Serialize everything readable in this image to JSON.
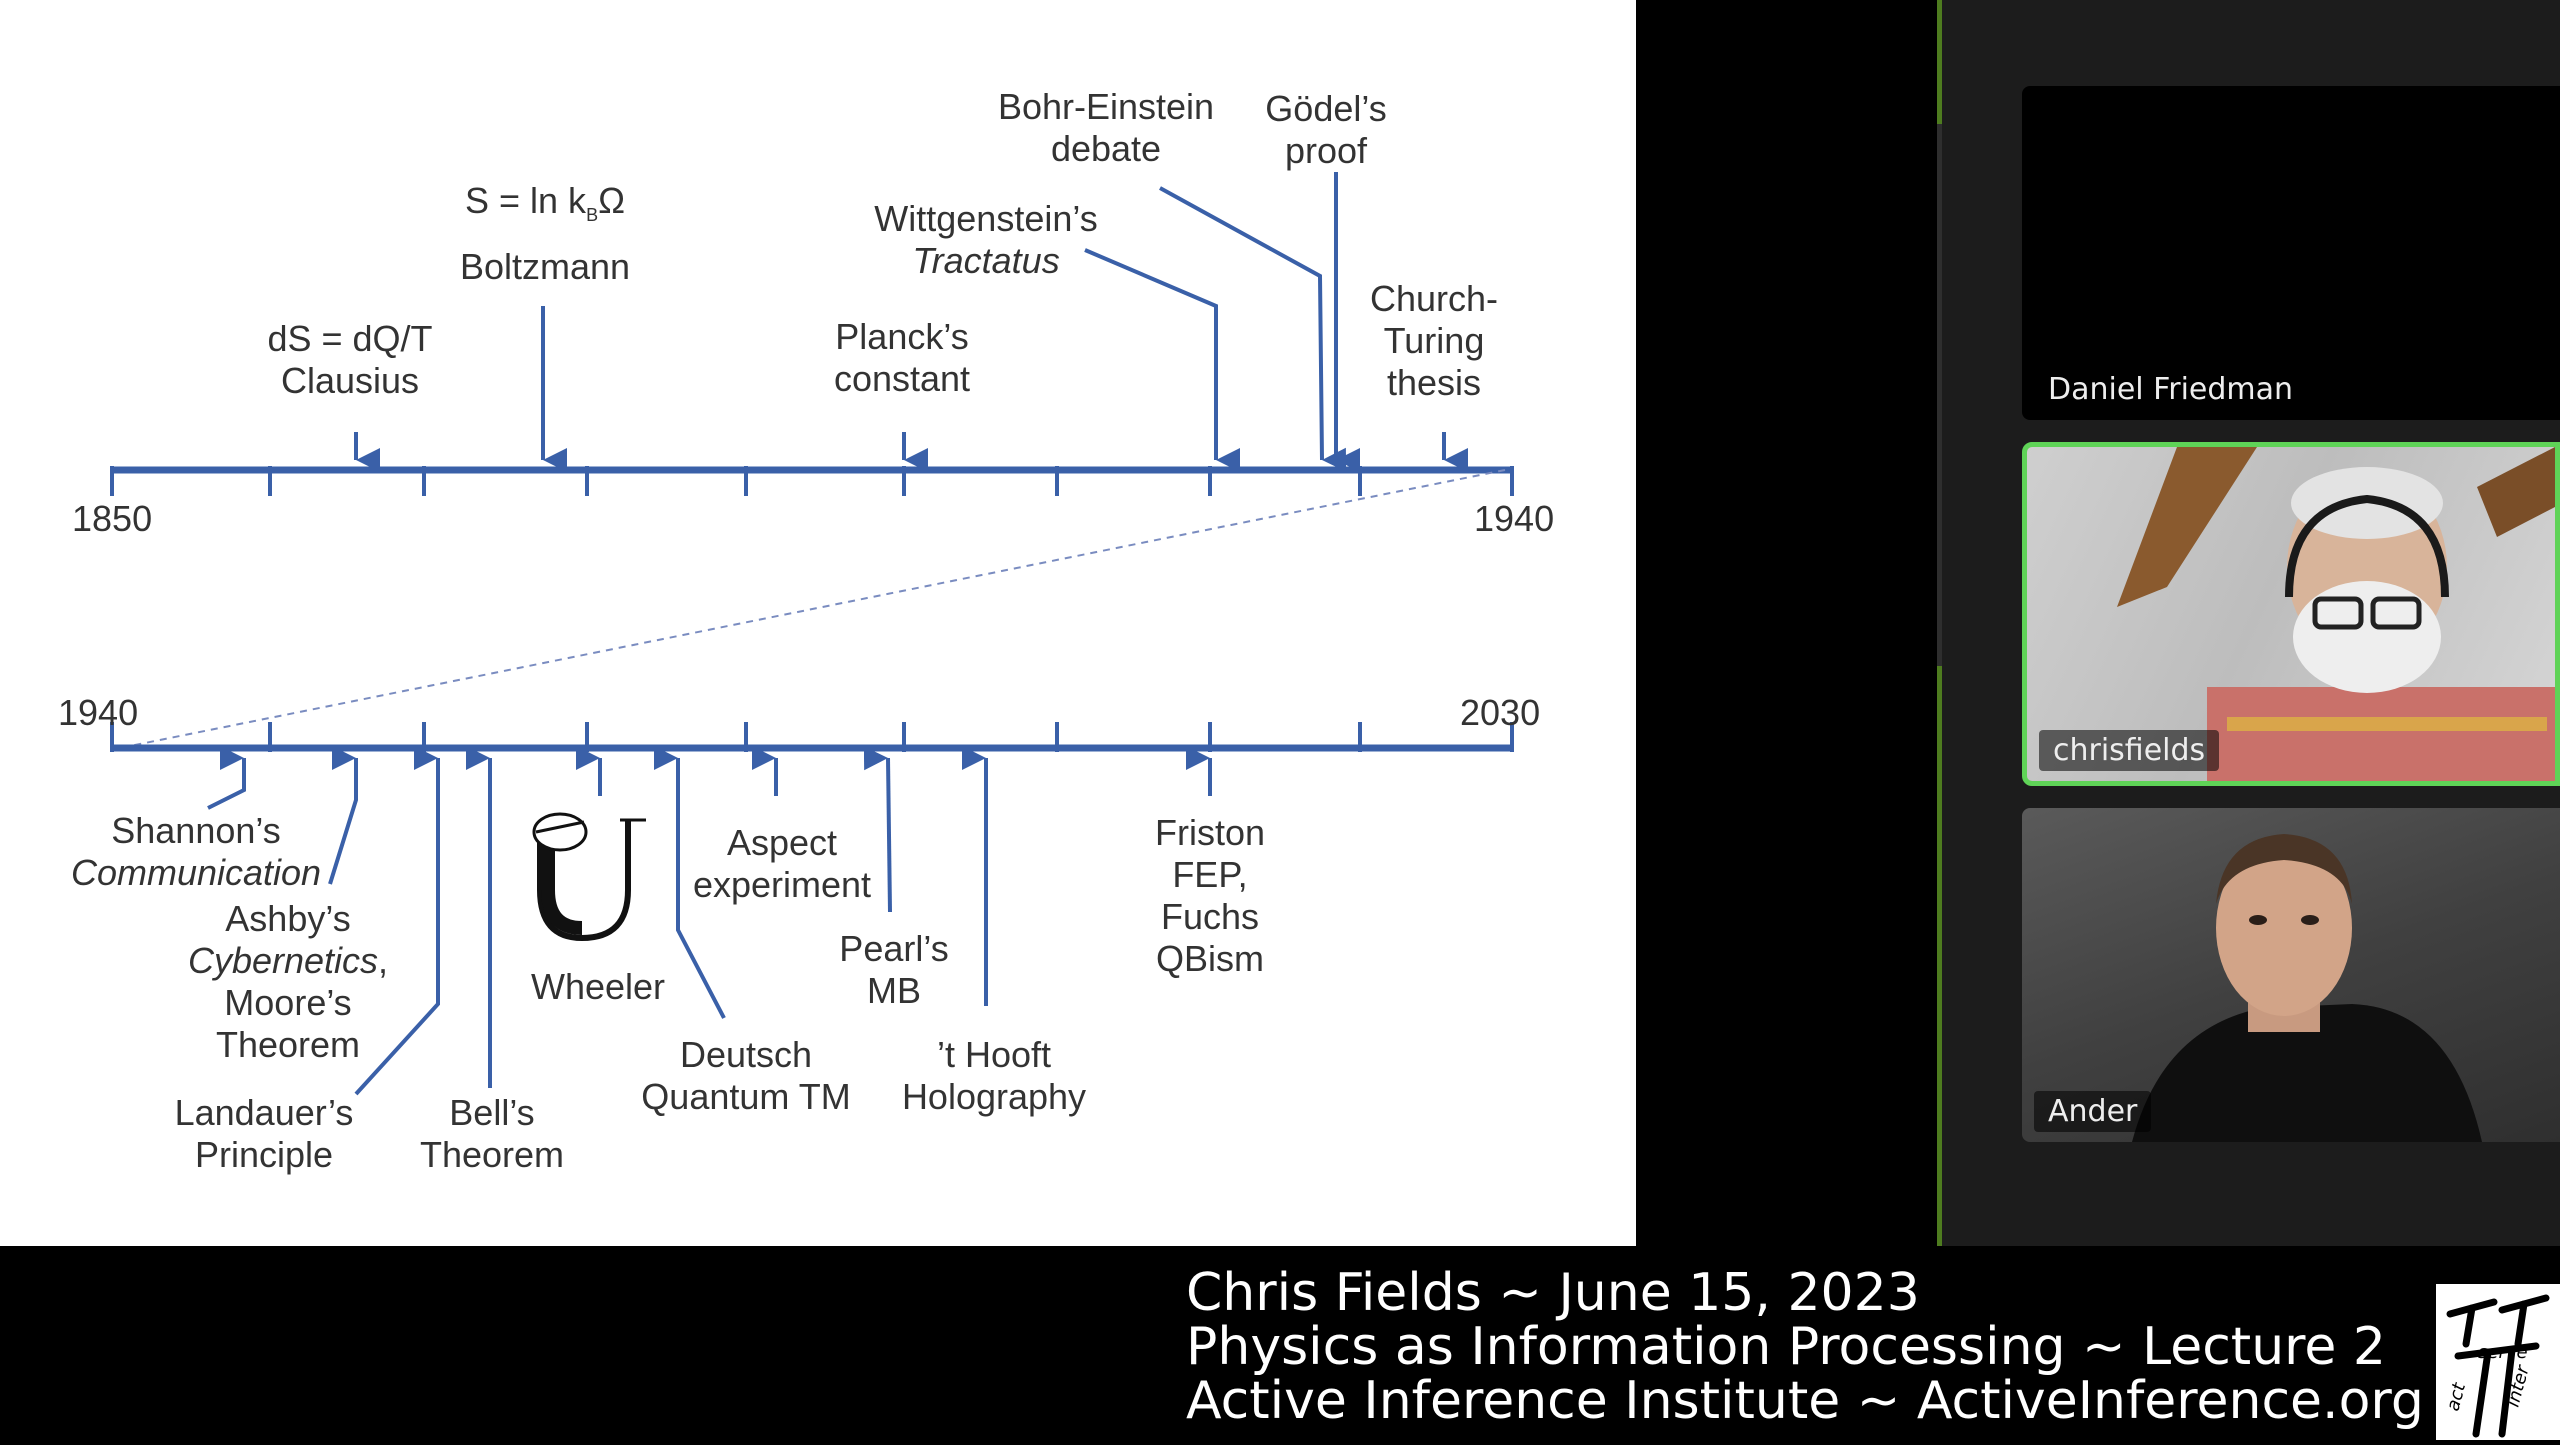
{
  "slide": {
    "top_timeline": {
      "start_year": "1850",
      "end_year": "1940"
    },
    "bottom_timeline": {
      "start_year": "1940",
      "end_year": "2030"
    },
    "events_top": [
      {
        "line1": "dS = dQ/T",
        "line2": "Clausius"
      },
      {
        "line1": "S = ln k",
        "sub": "B",
        "omega": "Ω",
        "line2": "Boltzmann"
      },
      {
        "line1": "Planck’s",
        "line2": "constant"
      },
      {
        "line1": "Wittgenstein’s",
        "line2": "Tractatus"
      },
      {
        "line1": "Bohr-Einstein",
        "line2": "debate"
      },
      {
        "line1": "Gödel’s",
        "line2": "proof"
      },
      {
        "line1": "Church-",
        "line2": "Turing",
        "line3": "thesis"
      }
    ],
    "events_bottom": [
      {
        "line1": "Shannon’s",
        "line2": "Communication"
      },
      {
        "line1": "Ashby’s",
        "line2": "Cybernetics",
        "line2_suffix": ",",
        "line3": "Moore’s",
        "line4": "Theorem"
      },
      {
        "line1": "Landauer’s",
        "line2": "Principle"
      },
      {
        "line1": "Bell’s",
        "line2": "Theorem"
      },
      {
        "line1": "Wheeler"
      },
      {
        "line1": "Deutsch",
        "line2": "Quantum TM"
      },
      {
        "line1": "Aspect",
        "line2": "experiment"
      },
      {
        "line1": "Pearl’s",
        "line2": "MB"
      },
      {
        "line1": "’t Hooft",
        "line2": "Holography"
      },
      {
        "line1": "Friston",
        "line2": "FEP,",
        "line3": "Fuchs",
        "line4": "QBism"
      }
    ]
  },
  "participants": [
    {
      "name": "Daniel Friedman",
      "video": "off"
    },
    {
      "name": "chrisfields",
      "video": "on",
      "speaking": true
    },
    {
      "name": "Ander",
      "video": "on"
    }
  ],
  "caption": {
    "line1": "Chris Fields ~ June 15, 2023",
    "line2": "Physics as Information Processing ~ Lecture 2",
    "line3": "Active Inference Institute ~ ActiveInference.org"
  },
  "logo": {
    "word_serve": "serve",
    "word_act": "act",
    "word_inter": "inter"
  },
  "colors": {
    "timeline": "#3a60a8",
    "speaker_border": "#5fd357",
    "divider": "#4e7c1f"
  }
}
